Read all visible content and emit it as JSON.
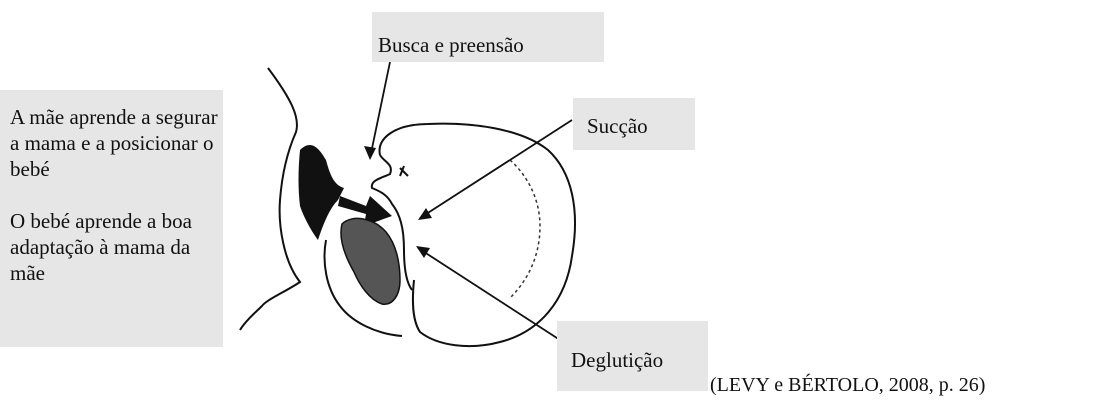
{
  "labels": {
    "left_paragraph_1": "A mãe aprende a segurar a mama e a posicionar o bebé",
    "left_paragraph_2": "O bebé aprende a boa adaptação à mama da mãe",
    "busca": "Busca e preensão",
    "succao": "Sucção",
    "deglutição": "Deglutição"
  },
  "citation": "(LEVY e BÉRTOLO, 2008, p. 26)"
}
